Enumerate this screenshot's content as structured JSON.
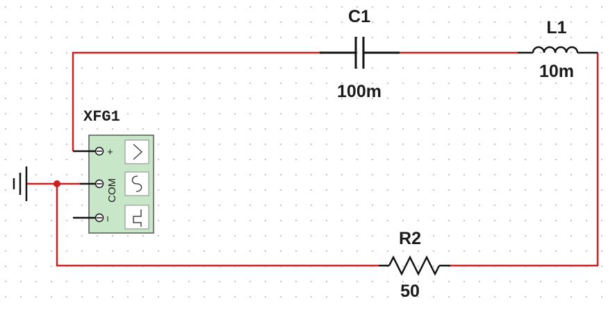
{
  "components": {
    "capacitor": {
      "ref": "C1",
      "value": "100m"
    },
    "inductor": {
      "ref": "L1",
      "value": "10m"
    },
    "resistor": {
      "ref": "R2",
      "value": "50"
    },
    "function_generator": {
      "ref": "XFG1",
      "pin_plus": "+",
      "pin_com": "COM",
      "pin_minus": "−"
    }
  },
  "colors": {
    "wire": "#cc1f1f",
    "component": "#111111",
    "generator_fill": "#c8e6c8",
    "grid_dot": "#9a9a9a"
  }
}
